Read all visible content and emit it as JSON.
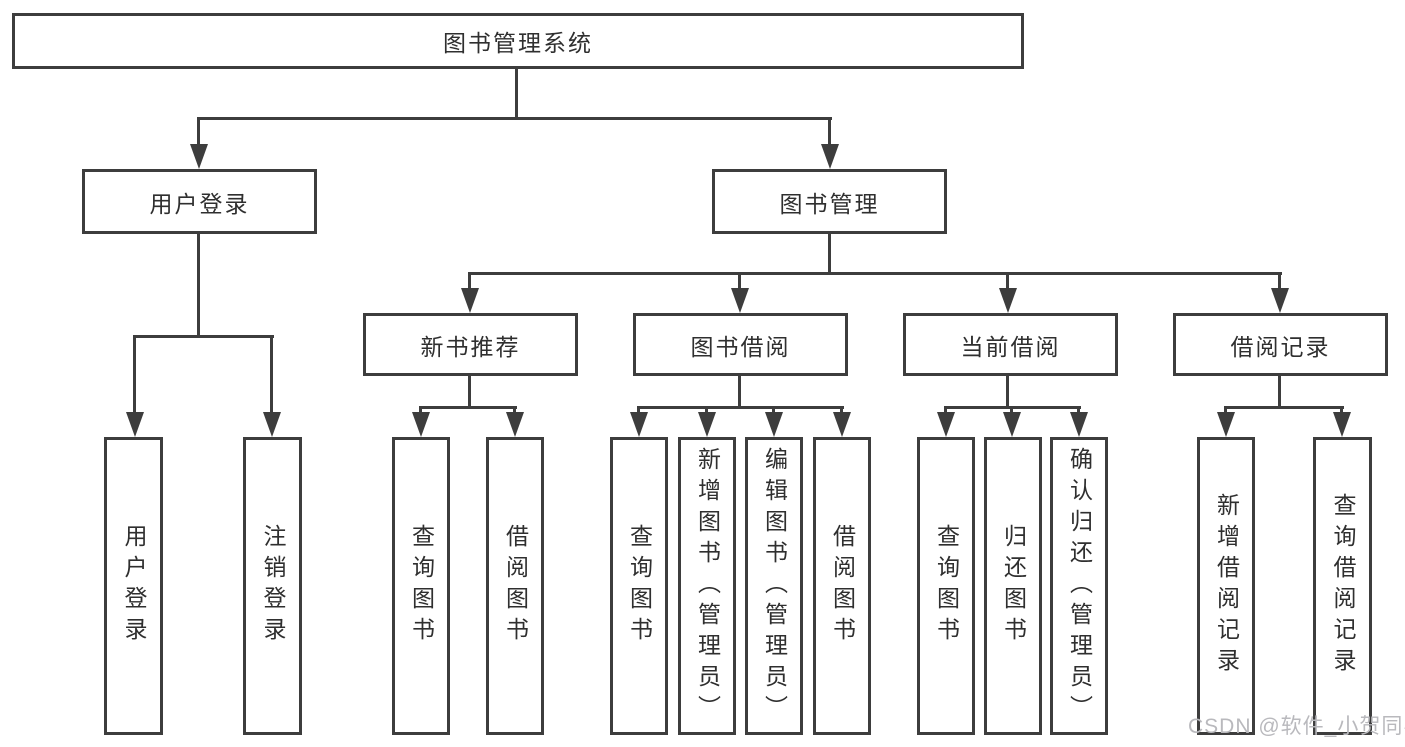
{
  "diagram": {
    "root": "图书管理系统",
    "branches": [
      {
        "label": "用户登录",
        "leaves": [
          "用户登录",
          "注销登录"
        ]
      },
      {
        "label": "图书管理",
        "groups": [
          {
            "label": "新书推荐",
            "leaves": [
              "查询图书",
              "借阅图书"
            ]
          },
          {
            "label": "图书借阅",
            "leaves": [
              "查询图书",
              "新增图书（管理员）",
              "编辑图书（管理员）",
              "借阅图书"
            ]
          },
          {
            "label": "当前借阅",
            "leaves": [
              "查询图书",
              "归还图书",
              "确认归还（管理员）"
            ]
          },
          {
            "label": "借阅记录",
            "leaves": [
              "新增借阅记录",
              "查询借阅记录"
            ]
          }
        ]
      }
    ]
  },
  "watermark": "CSDN @软件_小贺同学",
  "colors": {
    "line": "#3d3d3d",
    "text": "#2f2f2f",
    "watermark": "#b9b9bd",
    "bg": "#ffffff"
  }
}
